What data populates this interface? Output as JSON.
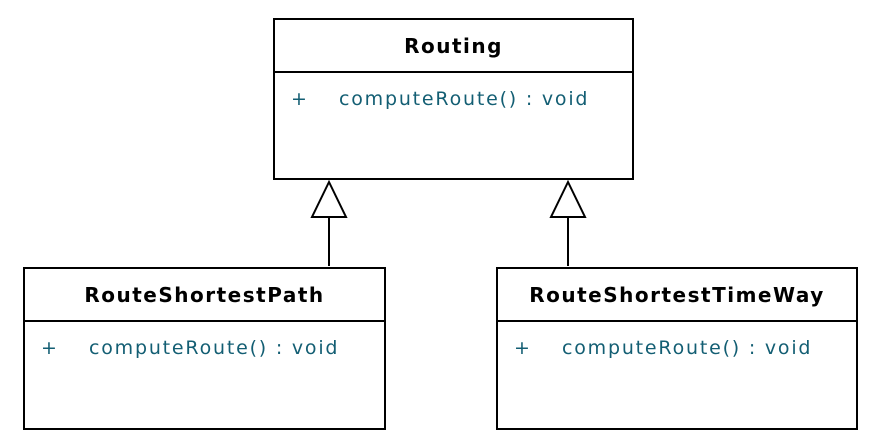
{
  "diagram": {
    "kind": "uml-class-diagram",
    "colors": {
      "background": "#ffffff",
      "box_fill": "#ffffff",
      "box_border": "#000000",
      "title_text": "#000000",
      "member_text": "#135e73"
    },
    "classes": [
      {
        "name": "Routing",
        "methods": [
          {
            "visibility": "+",
            "signature": "computeRoute() : void"
          }
        ]
      },
      {
        "name": "RouteShortestPath",
        "methods": [
          {
            "visibility": "+",
            "signature": "computeRoute() : void"
          }
        ]
      },
      {
        "name": "RouteShortestTimeWay",
        "methods": [
          {
            "visibility": "+",
            "signature": "computeRoute() : void"
          }
        ]
      }
    ],
    "relationships": [
      {
        "type": "generalization",
        "from": "RouteShortestPath",
        "to": "Routing"
      },
      {
        "type": "generalization",
        "from": "RouteShortestTimeWay",
        "to": "Routing"
      }
    ]
  }
}
